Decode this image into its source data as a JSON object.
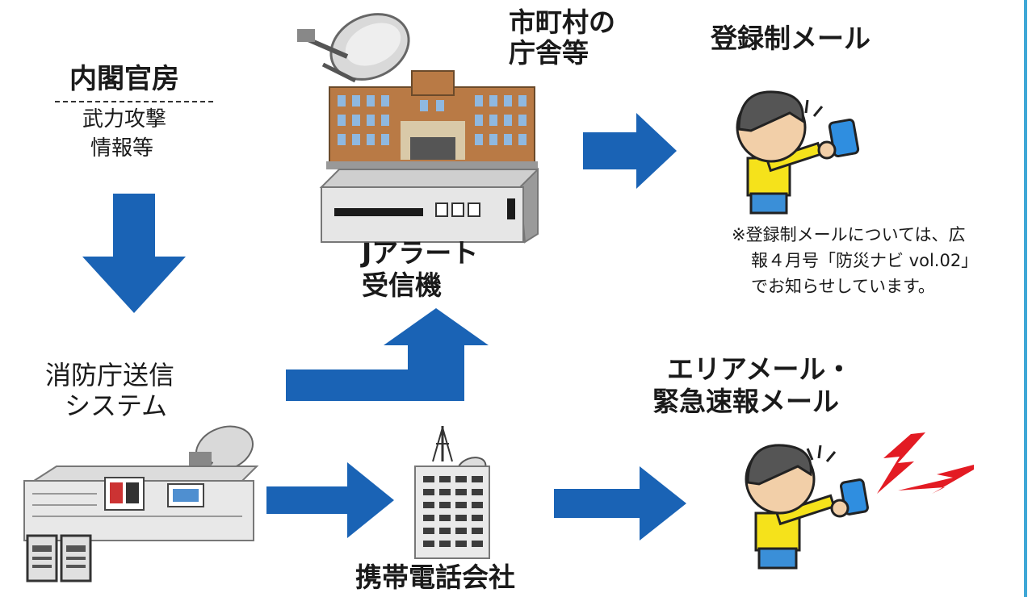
{
  "labels": {
    "cabinet_office": "内閣官房",
    "attack_info_line1": "武力攻撃",
    "attack_info_line2": "情報等",
    "fdma_system_line1": "消防庁送信",
    "fdma_system_line2": "システム",
    "municipal_line1": "市町村の",
    "municipal_line2": "庁舎等",
    "jalert_line1": "Jアラート",
    "jalert_line2": "受信機",
    "registered_mail": "登録制メール",
    "note_line1": "※登録制メールについては、広",
    "note_line2": "報４月号「防災ナビ vol.02」",
    "note_line3": "でお知らせしています。",
    "area_mail_line1": "エリアメール・",
    "area_mail_line2": "緊急速報メール",
    "carrier": "携帯電話会社"
  },
  "colors": {
    "arrow_blue": "#1a63b5",
    "border_accent": "#3fa7d6",
    "shirt_yellow": "#f5e21b",
    "phone_blue": "#2f8ee0",
    "lightning_red": "#e31b23"
  }
}
